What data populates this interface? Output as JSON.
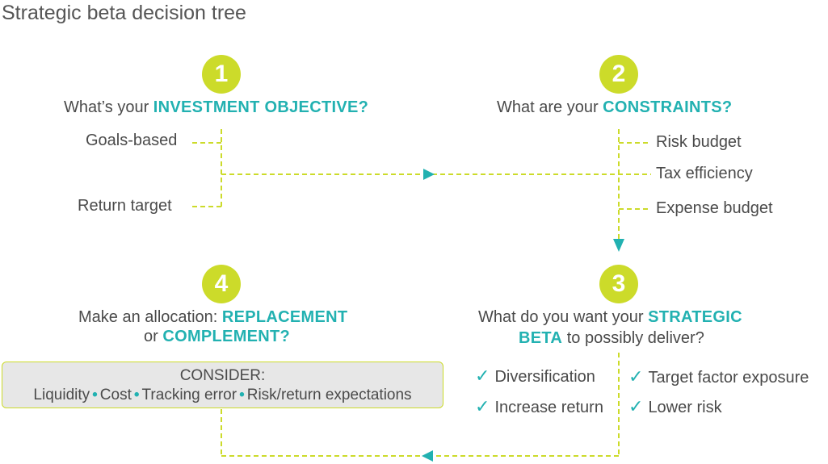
{
  "title": "Strategic beta decision tree",
  "step1": {
    "number": "1",
    "question_prefix": "What’s your ",
    "question_highlight": "INVESTMENT OBJECTIVE?",
    "options": [
      "Goals-based",
      "Return target"
    ]
  },
  "step2": {
    "number": "2",
    "question_prefix": "What are your ",
    "question_highlight": "CONSTRAINTS?",
    "options": [
      "Risk budget",
      "Tax efficiency",
      "Expense budget"
    ]
  },
  "step3": {
    "number": "3",
    "line1_prefix": "What do you want your ",
    "line1_highlight": "STRATEGIC",
    "line2_highlight": "BETA",
    "line2_suffix": " to possibly deliver?",
    "check_mark": "✓",
    "outcomes": [
      "Diversification",
      "Target factor exposure",
      "Increase return",
      "Lower risk"
    ]
  },
  "step4": {
    "number": "4",
    "line1_prefix": "Make an allocation: ",
    "line1_highlight": "REPLACEMENT",
    "line2_prefix": "or ",
    "line2_highlight": "COMPLEMENT?"
  },
  "consider": {
    "heading": "CONSIDER:",
    "items": [
      "Liquidity",
      "Cost",
      "Tracking error",
      "Risk/return expectations"
    ],
    "separator": "•"
  },
  "colors": {
    "accent_lime": "#ccdb2a",
    "accent_teal": "#22b1b1",
    "text": "#4a4a4a",
    "box_fill": "#e7e7e7"
  }
}
